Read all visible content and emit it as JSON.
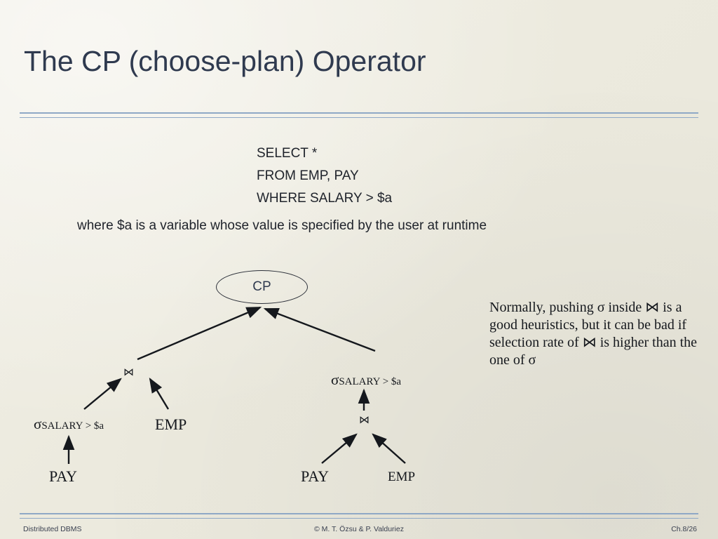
{
  "slide": {
    "title": "The CP (choose-plan) Operator",
    "sql": {
      "line1": "SELECT *",
      "line2": "FROM EMP, PAY",
      "line3": "WHERE SALARY > $a"
    },
    "variable_note": "where $a is a variable whose value is specified by the user at runtime",
    "tree": {
      "root_label": "CP",
      "left_plan": {
        "join_symbol": "⋈",
        "select_sigma": "σ",
        "select_predicate": "SALARY > $a",
        "left_leaf": "PAY",
        "right_leaf": "EMP"
      },
      "right_plan": {
        "select_sigma": "σ",
        "select_predicate": "SALARY > $a",
        "join_symbol": "⋈",
        "left_leaf": "PAY",
        "right_leaf": "EMP"
      }
    },
    "sidebar_note": "Normally, pushing σ inside ⋈ is a good heuristics, but it can be bad if selection rate of ⋈ is higher than the one of σ",
    "footer": {
      "left": "Distributed DBMS",
      "center": "© M. T. Özsu & P. Valduriez",
      "right": "Ch.8/26"
    },
    "colors": {
      "title": "#2f3a4f",
      "rule": "#8fa8c6",
      "background": "#eeece3",
      "text": "#15181d"
    }
  }
}
